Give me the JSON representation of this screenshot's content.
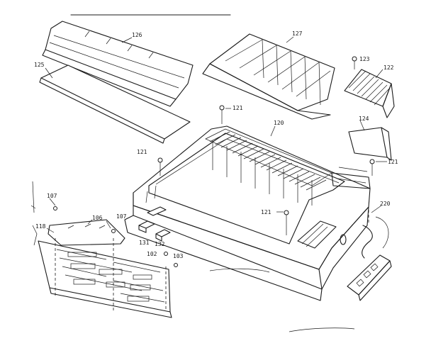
{
  "diagram": {
    "callouts": [
      {
        "id": "126",
        "text": "126"
      },
      {
        "id": "125",
        "text": "125"
      },
      {
        "id": "127",
        "text": "127"
      },
      {
        "id": "123",
        "text": "123"
      },
      {
        "id": "122",
        "text": "122"
      },
      {
        "id": "121a",
        "text": "121"
      },
      {
        "id": "120",
        "text": "120"
      },
      {
        "id": "124",
        "text": "124"
      },
      {
        "id": "121b",
        "text": "121"
      },
      {
        "id": "121c",
        "text": "121"
      },
      {
        "id": "121d",
        "text": "121"
      },
      {
        "id": "220",
        "text": "220"
      },
      {
        "id": "107a",
        "text": "107"
      },
      {
        "id": "106",
        "text": "106"
      },
      {
        "id": "107b",
        "text": "107"
      },
      {
        "id": "118",
        "text": "118"
      },
      {
        "id": "131",
        "text": "131"
      },
      {
        "id": "132",
        "text": "132"
      },
      {
        "id": "102",
        "text": "102"
      },
      {
        "id": "103",
        "text": "103"
      }
    ]
  }
}
